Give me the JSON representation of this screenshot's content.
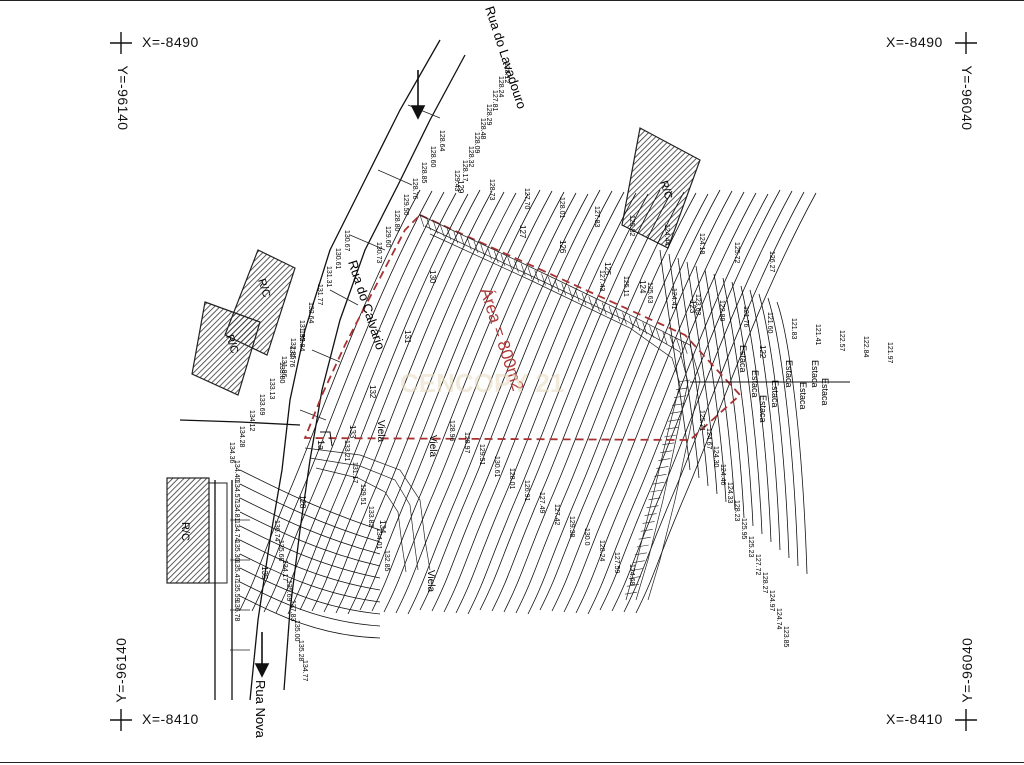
{
  "corners": {
    "top_left": {
      "x": "X=-8490",
      "y": "Y=-96140"
    },
    "top_right": {
      "x": "X=-8490",
      "y": "Y=-96040"
    },
    "bottom_left": {
      "x": "X=-8410",
      "y": "Y=-96140"
    },
    "bottom_right": {
      "x": "X=-8410",
      "y": "Y=-96040"
    }
  },
  "streets": {
    "rua_lavadouro": "Rua do Lavadouro",
    "rua_calvario": "Rua do Calvário",
    "rua_nova": "Rua Nova",
    "viela_1": "Viela",
    "viela_2": "Viela",
    "viela_3": "Viela"
  },
  "buildings": [
    "R/C",
    "R/C",
    "R/C",
    "R/C"
  ],
  "area_label": "Área = 800m2",
  "watermark": "CENCOPY 21",
  "marker_label": "1a",
  "estacas": [
    "Estaca",
    "Estaca",
    "Estaca",
    "Estaca",
    "Estaca",
    "Estaca",
    "Estaca",
    "Estaca"
  ],
  "spot_heights": {
    "group_a": [
      "128.12",
      "128.24",
      "127.81",
      "128.29",
      "128.48",
      "128.09",
      "128.32",
      "128.17"
    ],
    "group_b": [
      "128.64",
      "128.60",
      "128.85",
      "128.76",
      "129.50",
      "128.80",
      "129.60",
      "130.73"
    ],
    "group_c": [
      "130.67",
      "130.61",
      "131.31",
      "131.77",
      "132.64",
      "131.95",
      "132.85",
      "131.86"
    ],
    "group_d": [
      "132.84",
      "132.76",
      "133.80",
      "133.13",
      "133.69",
      "134.12",
      "134.28",
      "134.36"
    ],
    "group_e": [
      "134.40",
      "134.57",
      "134.81",
      "134.74",
      "135.30",
      "135.47",
      "135.59",
      "136.78"
    ],
    "group_f": [
      "136.74",
      "135.68",
      "134.17",
      "135.69",
      "137.83",
      "135.00",
      "135.28",
      "134.77"
    ],
    "group_g": [
      "133.21",
      "131.17",
      "129.51",
      "133.82",
      "134.01",
      "132.85"
    ],
    "group_h": [
      "129.43",
      "128.73",
      "127.70",
      "128.01",
      "127.83",
      "125.82",
      "124.44",
      "124.18",
      "125.72",
      "126.27"
    ],
    "group_i": [
      "127.43",
      "125.11",
      "125.63",
      "124.41",
      "123.63",
      "122.89",
      "121.76",
      "121.60",
      "121.83",
      "121.41",
      "122.57",
      "122.84",
      "121.97"
    ],
    "group_j": [
      "125.71",
      "124.67",
      "124.30",
      "124.46",
      "124.33",
      "128.23",
      "125.95",
      "125.23",
      "127.72",
      "128.27",
      "124.97",
      "124.74",
      "123.85"
    ],
    "group_k": [
      "128.96",
      "128.97",
      "129.51",
      "130.61",
      "128.01",
      "126.91",
      "127.49",
      "127.42",
      "129.38",
      "130.0",
      "128.24",
      "127.59",
      "124.68"
    ]
  },
  "contour_labels": [
    "129",
    "130",
    "131",
    "132",
    "133",
    "134",
    "135",
    "127",
    "126",
    "125",
    "124",
    "123",
    "122",
    "128"
  ]
}
